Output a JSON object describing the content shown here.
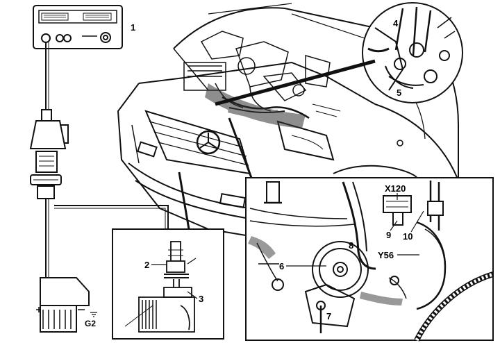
{
  "colors": {
    "ink": "#111111",
    "paper": "#ffffff",
    "shade": "#555555"
  },
  "labels": {
    "tester": "1",
    "connector": "2",
    "pump_sensor": "3",
    "detail_top": "4",
    "detail_bottom": "5",
    "horn_bolt": "6",
    "bracket_bolt": "7",
    "hose": "8",
    "plug_a": "9",
    "plug_b": "10",
    "plug_code": "X120",
    "valve_code": "Y56",
    "ground_code": "G2"
  }
}
